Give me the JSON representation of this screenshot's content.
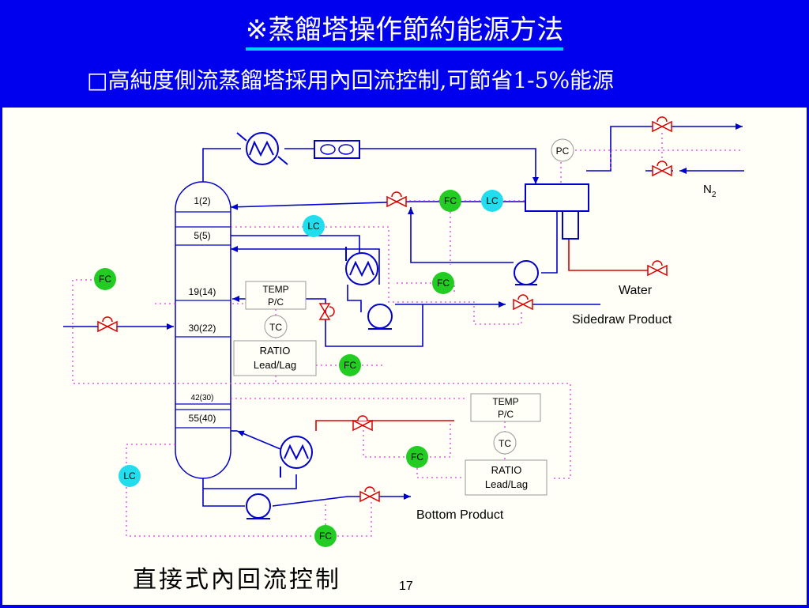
{
  "slide": {
    "title": "※蒸餾塔操作節約能源方法",
    "subtitle": "□高純度側流蒸餾塔採用內回流控制,可節省1-5%能源",
    "caption": "直接式內回流控制",
    "page_number": "17"
  },
  "diagram": {
    "tray_labels": [
      "1(2)",
      "5(5)",
      "19(14)",
      "30(22)",
      "42(30)",
      "55(40)"
    ],
    "instruments": {
      "pc": "PC",
      "fc": "FC",
      "lc": "LC",
      "tc": "TC",
      "temp_pc_line1": "TEMP",
      "temp_pc_line2": "P/C",
      "ratio_line1": "RATIO",
      "ratio_line2": "Lead/Lag"
    },
    "streams": {
      "n2": "N",
      "n2_sub": "2",
      "water": "Water",
      "sidedraw": "Sidedraw Product",
      "bottom": "Bottom Product"
    },
    "colors": {
      "header_bg": "#0000ee",
      "process_line": "#0000cc",
      "signal_line": "#e040e0",
      "fc_fill": "#22cc22",
      "lc_fill": "#22ddee",
      "hot_line": "#dd0000"
    }
  }
}
